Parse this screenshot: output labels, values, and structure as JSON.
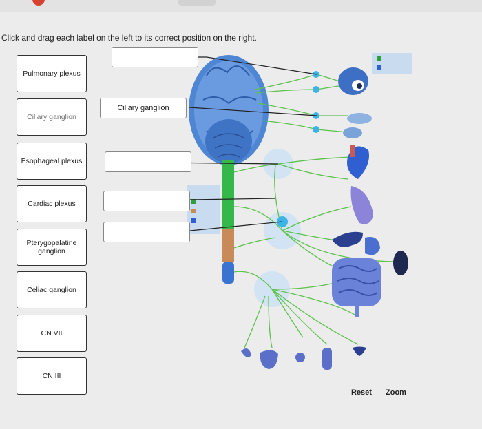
{
  "instruction": "Click and drag each label on the left to its correct position on the right.",
  "labels": [
    "Pulmonary plexus",
    "Ciliary ganglion",
    "Esophageal plexus",
    "Cardiac plexus",
    "Pterygopalatine ganglion",
    "Celiac ganglion",
    "CN VII",
    "CN III"
  ],
  "placed": {
    "box2": "Ciliary ganglion"
  },
  "controls": {
    "reset": "Reset",
    "zoom": "Zoom"
  },
  "colors": {
    "nerve": "#5cc24b",
    "brain": "#5d8fd6",
    "spinal_upper": "#35b84a",
    "spinal_lower": "#c98a5a",
    "ganglion": "#3eb3e6",
    "legend_green": "#2e9e3f",
    "legend_blue": "#2f5fd0"
  },
  "icons": [
    "badge-icon",
    "brain-icon",
    "eye-icon",
    "heart-icon",
    "lung-icon",
    "liver-icon",
    "kidney-icon"
  ]
}
